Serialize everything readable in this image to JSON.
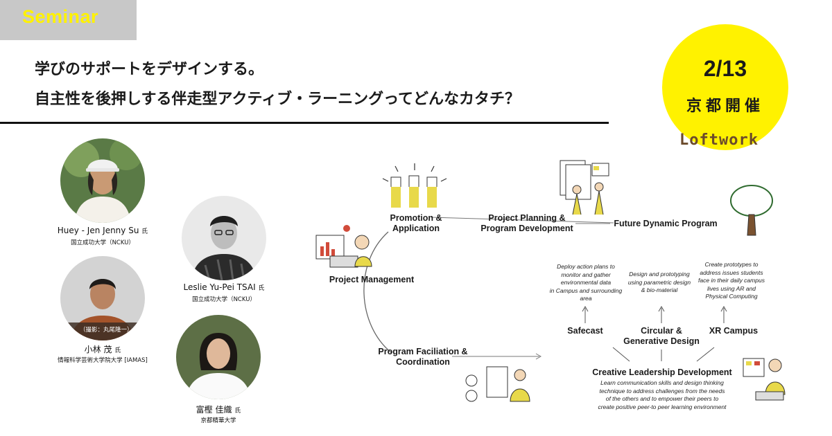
{
  "tag": {
    "label": "Seminar"
  },
  "headline": {
    "line1": "学びのサポートをデザインする。",
    "line2": "自主性を後押しする伴走型アクティブ・ラーニングってどんなカタチ？"
  },
  "event": {
    "date": "2/13",
    "place": "京都開催"
  },
  "brand": {
    "logo_text": "Loftwork"
  },
  "speakers": [
    {
      "name": "Huey - Jen Jenny Su",
      "honorific": "氏",
      "affiliation": "国立成功大学（NCKU）"
    },
    {
      "name": "Leslie Yu-Pei TSAI",
      "honorific": "氏",
      "affiliation": "国立成功大学（NCKU）"
    },
    {
      "name": "小林 茂",
      "honorific": "氏",
      "affiliation": "情報科学芸術大学院大学 [IAMAS]",
      "photo_credit": "（撮影：丸尾隆一）"
    },
    {
      "name": "富樫 佳織",
      "honorific": "氏",
      "affiliation": "京都精華大学"
    }
  ],
  "diagram": {
    "project_management": "Project Management",
    "promotion": [
      "Promotion &",
      "Application"
    ],
    "planning": [
      "Project Planning &",
      "Program Development"
    ],
    "future": "Future Dynamic Program",
    "facilitation": [
      "Program Faciliation &",
      "Coordination"
    ],
    "safecast": "Safecast",
    "circular": [
      "Circular &",
      "Generative Design"
    ],
    "xr": "XR Campus",
    "safecast_desc": [
      "Deploy action plans to",
      "monitor and gather",
      "environmental data",
      "in Campus and surrounding",
      "area"
    ],
    "circular_desc": [
      "Design and prototyping",
      "using parametric design",
      "& bio-material"
    ],
    "xr_desc": [
      "Create prototypes to",
      "address issues students",
      "face in their daily campus",
      "lives using AR and",
      "Physical Computing"
    ],
    "creative": "Creative Leadership Development",
    "creative_desc": [
      "Learn communication skills and design thinking",
      "technique to address challenges from the needs",
      "of the others and to empower their peers to",
      "create positive peer-to peer learning environment"
    ]
  },
  "colors": {
    "accent_yellow": "#fff200",
    "tag_gray": "#c8c8c8",
    "ink": "#1a1a1a"
  }
}
